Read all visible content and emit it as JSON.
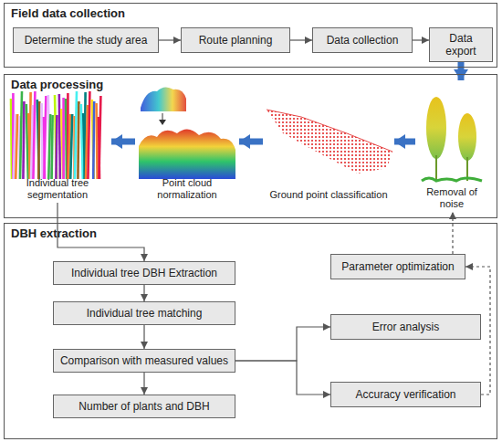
{
  "diagram": {
    "nodes": [
      {
        "text": [
          "Field data collection"
        ]
      },
      {
        "text": [
          "Determine the study area"
        ],
        "in": 0
      },
      {
        "text": [
          "Route planning"
        ],
        "in": 0
      },
      {
        "text": [
          "Data collection"
        ],
        "in": 0
      },
      {
        "text": [
          "Data export"
        ],
        "in": 0
      },
      {
        "text": [
          "Data processing"
        ]
      },
      {
        "text": [
          "Individual tree segmentation"
        ],
        "in": 5
      },
      {
        "text": [
          "Point cloud normalization"
        ],
        "in": 5
      },
      {
        "text": [
          "Ground point classification"
        ],
        "in": 5
      },
      {
        "text": [
          "Removal of noise"
        ],
        "in": 5
      },
      {
        "text": [
          "DBH extraction"
        ]
      },
      {
        "text": [
          "Individual tree DBH Extraction"
        ],
        "in": 10
      },
      {
        "text": [
          "Individual tree matching"
        ],
        "in": 10
      },
      {
        "text": [
          "Comparison with measured values"
        ],
        "in": 10
      },
      {
        "text": [
          "Number of plants and DBH"
        ],
        "in": 10
      },
      {
        "text": [
          "Parameter optimization"
        ],
        "in": 10
      },
      {
        "text": [
          "Error analysis"
        ],
        "in": 10
      },
      {
        "text": [
          "Accuracy verification"
        ],
        "in": 10
      }
    ],
    "edges": [
      {
        "from": 1,
        "to": 2,
        "arrow": "to"
      },
      {
        "from": 2,
        "to": 3,
        "arrow": "to"
      },
      {
        "from": 3,
        "to": 4,
        "arrow": "to"
      },
      {
        "from": 4,
        "to": 9,
        "arrow": "to"
      },
      {
        "from": 9,
        "to": 8,
        "arrow": "to"
      },
      {
        "from": 8,
        "to": 7,
        "arrow": "to"
      },
      {
        "from": 7,
        "to": 6,
        "arrow": "to"
      },
      {
        "from": 6,
        "to": 11,
        "arrow": "to"
      },
      {
        "from": 11,
        "to": 12,
        "arrow": "to"
      },
      {
        "from": 12,
        "to": 13,
        "arrow": "to"
      },
      {
        "from": 13,
        "to": 14,
        "arrow": "to"
      },
      {
        "from": 13,
        "to": 16,
        "arrow": "to"
      },
      {
        "from": 13,
        "to": 17,
        "arrow": "to"
      },
      {
        "from": 17,
        "to": 15,
        "arrow": "to"
      },
      {
        "from": 15,
        "to": 9,
        "arrow": "to"
      }
    ]
  }
}
